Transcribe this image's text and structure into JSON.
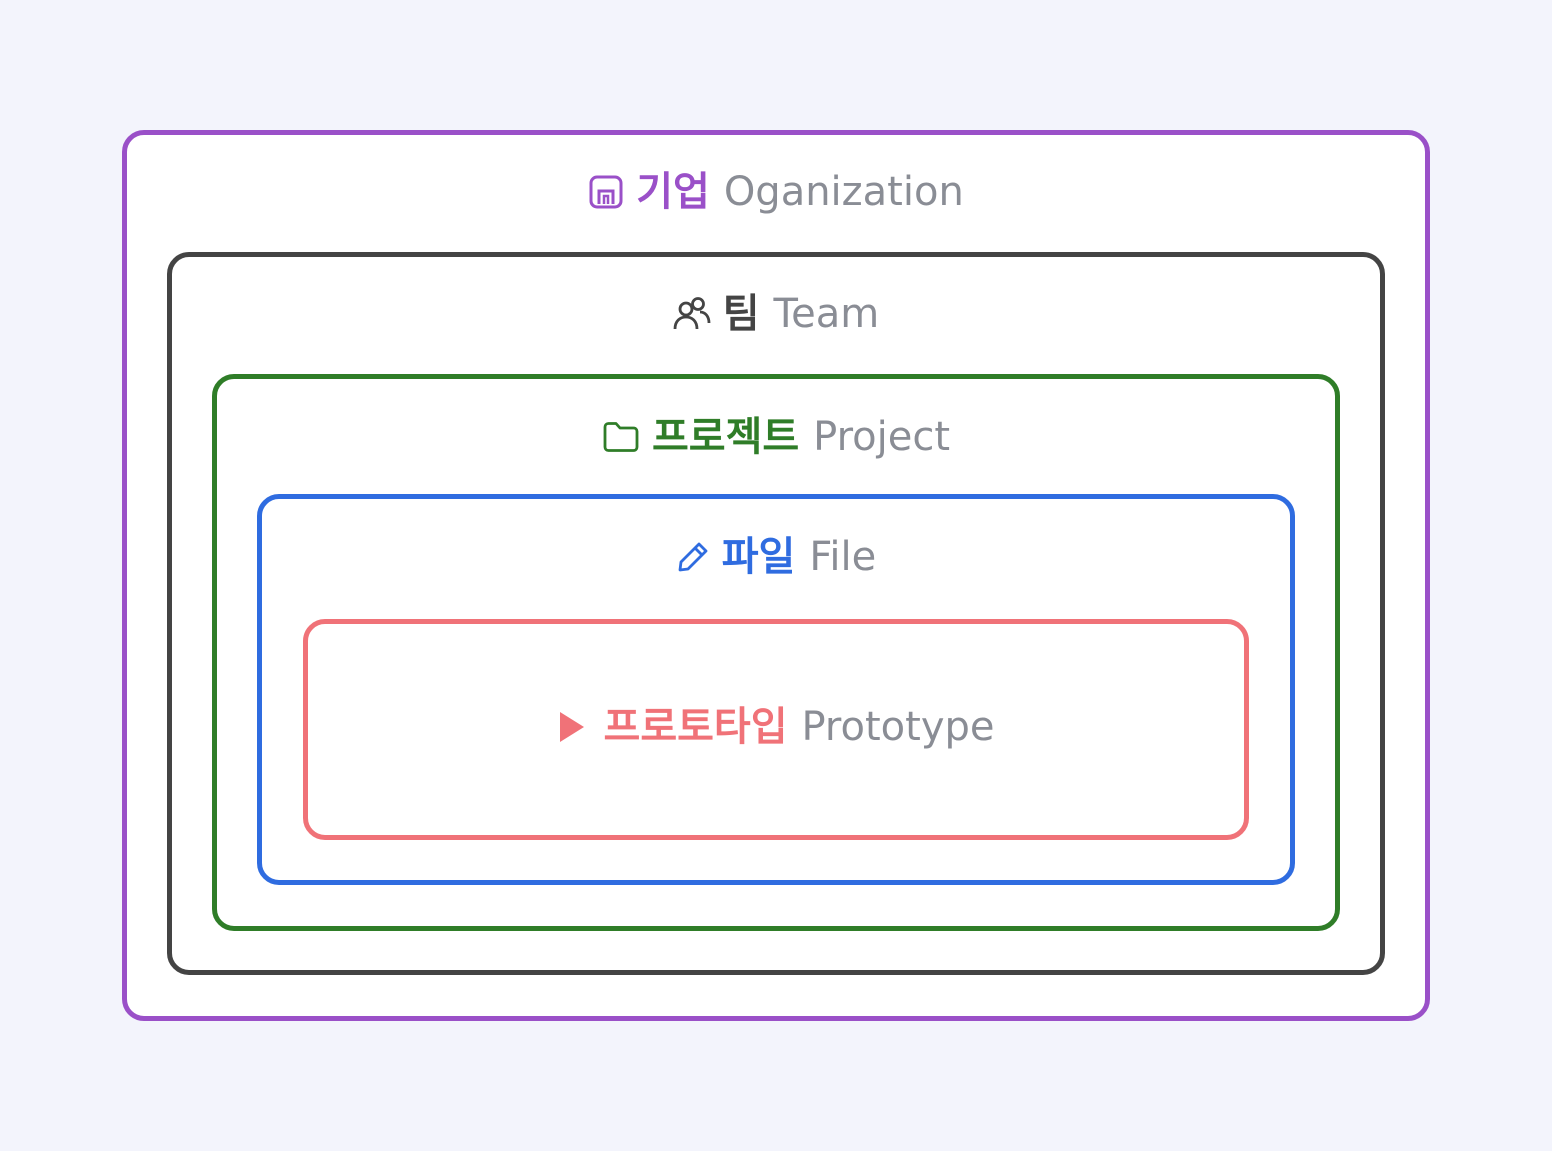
{
  "colors": {
    "background": "#f3f4fc",
    "english_label": "#8a8d95",
    "organization": "#9a50c8",
    "team": "#444444",
    "project": "#2f7d28",
    "file": "#2f6ce0",
    "prototype": "#f07278"
  },
  "levels": [
    {
      "key": "organization",
      "icon": "building-icon",
      "korean": "기업",
      "english": "Oganization"
    },
    {
      "key": "team",
      "icon": "users-icon",
      "korean": "팀",
      "english": "Team"
    },
    {
      "key": "project",
      "icon": "folder-icon",
      "korean": "프로젝트",
      "english": "Project"
    },
    {
      "key": "file",
      "icon": "pencil-icon",
      "korean": "파일",
      "english": "File"
    },
    {
      "key": "prototype",
      "icon": "play-icon",
      "korean": "프로토타입",
      "english": "Prototype"
    }
  ]
}
